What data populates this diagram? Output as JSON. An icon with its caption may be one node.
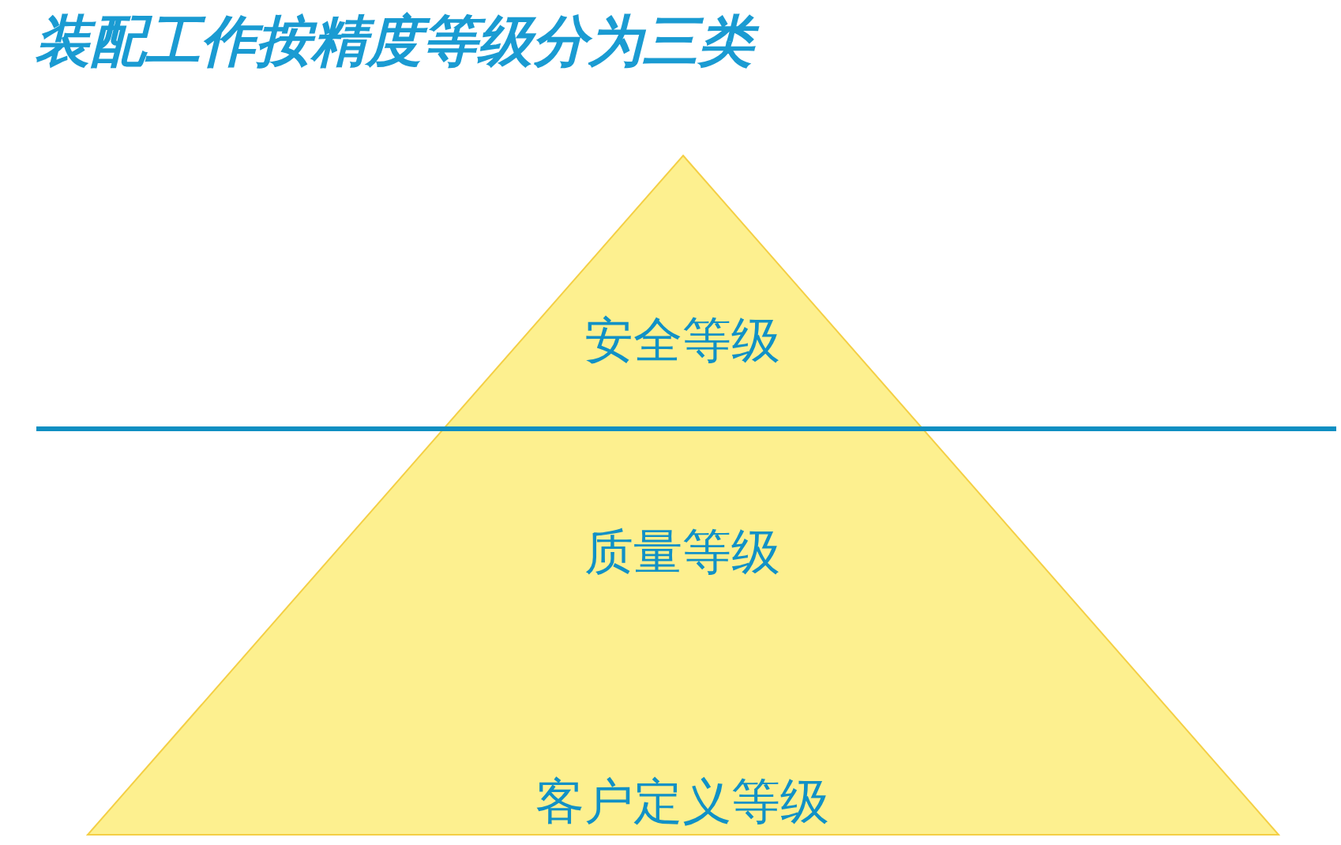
{
  "diagram": {
    "title": "装配工作按精度等级分为三类",
    "nodes": [
      {
        "text": [
          "安全等级",
          "质量等级",
          "客户定义等级"
        ]
      }
    ]
  }
}
